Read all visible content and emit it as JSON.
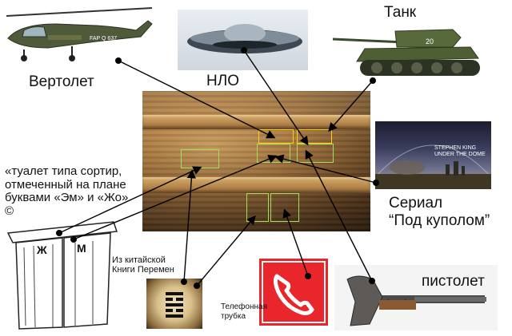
{
  "labels": {
    "helicopter": "Вертолет",
    "ufo": "НЛО",
    "tank": "Танк",
    "toilet_note": "«туалет типа сортир, отмеченный на плане буквами «Эм» и «Жо» ©",
    "series": "Сериал",
    "series_title": "“Под куполом”",
    "chinese_book_line1": "Из китайской",
    "chinese_book_line2": "Книги Перемен",
    "phone_line1": "Телефонная",
    "phone_line2": "трубка",
    "pistol": "пистолет"
  },
  "images": {
    "helicopter_code": "FAP Q 637",
    "tank_number": "20",
    "outhouse_left_letter": "Ж",
    "outhouse_right_letter": "М",
    "series_poster_line1": "STEPHEN KING",
    "series_poster_line2": "UNDER THE DOME"
  },
  "icons": {
    "phone": "phone-handset-icon",
    "hexagram": "hexagram-icon"
  },
  "colors": {
    "glyph_box_green": "#9fe05a",
    "glyph_box_yellow": "#f4d21c",
    "phone_sign_red": "#e8262b",
    "arrow": "#000000"
  }
}
